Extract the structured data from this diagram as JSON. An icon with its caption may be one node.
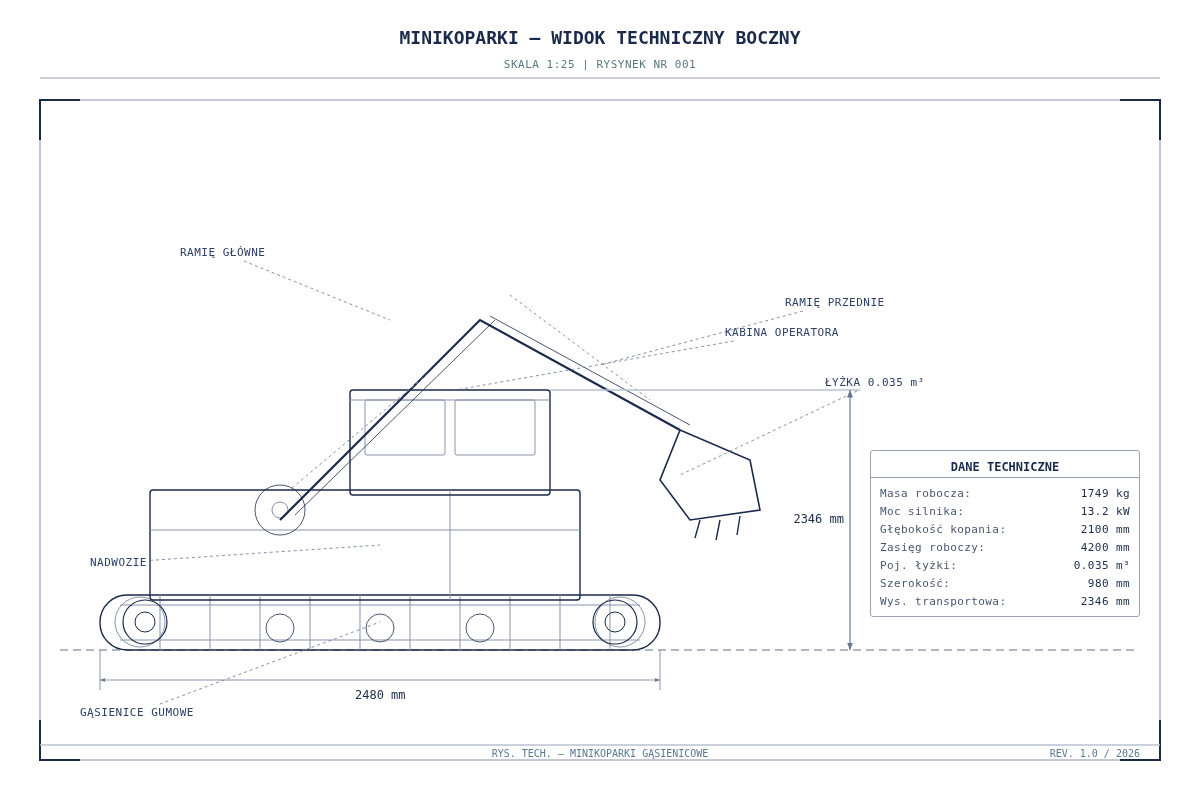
{
  "diagram": {
    "title": "MINIKOPARKI – WIDOK TECHNICZNY BOCZNY",
    "nodes": [
      {
        "text": [
          "RAMIĘ GŁÓWNE"
        ]
      },
      {
        "text": [
          "RAMIĘ PRZEDNIE"
        ]
      },
      {
        "text": [
          "KABINA OPERATORA"
        ]
      },
      {
        "text": [
          "ŁYŻKA 0.035 m³"
        ]
      },
      {
        "text": [
          "NADWOZIE"
        ]
      },
      {
        "text": [
          "GĄSIENICE GUMOWE"
        ]
      },
      {
        "text": [
          "DANE TECHNICZNE"
        ]
      }
    ],
    "edges": [
      {
        "from": 0,
        "to": null,
        "arrow": "none",
        "style": "dashed"
      },
      {
        "from": 1,
        "to": null,
        "arrow": "none",
        "style": "dashed"
      },
      {
        "from": 2,
        "to": null,
        "arrow": "none",
        "style": "dashed"
      },
      {
        "from": 3,
        "to": null,
        "arrow": "none",
        "style": "dashed"
      },
      {
        "from": 4,
        "to": null,
        "arrow": "none",
        "style": "dashed"
      },
      {
        "from": 5,
        "to": null,
        "arrow": "none",
        "style": "dashed"
      }
    ],
    "labels": [
      "SKALA 1:25 | RYSYNEK NR 001",
      "Masa robocza:",
      "1749 kg",
      "Moc silnika:",
      "13.2 kW",
      "Głębokość kopania:",
      "2100 mm",
      "Zasięg roboczy:",
      "4200 mm",
      "Poj. łyżki:",
      "0.035 m³",
      "Szerokość:",
      "980 mm",
      "Wys. transportowa:",
      "2346 mm",
      "2346 mm",
      "2480 mm",
      "RYS. TECH. – MINIKOPARKI GĄSIENICOWE",
      "REV. 1.0 / 2026"
    ]
  }
}
